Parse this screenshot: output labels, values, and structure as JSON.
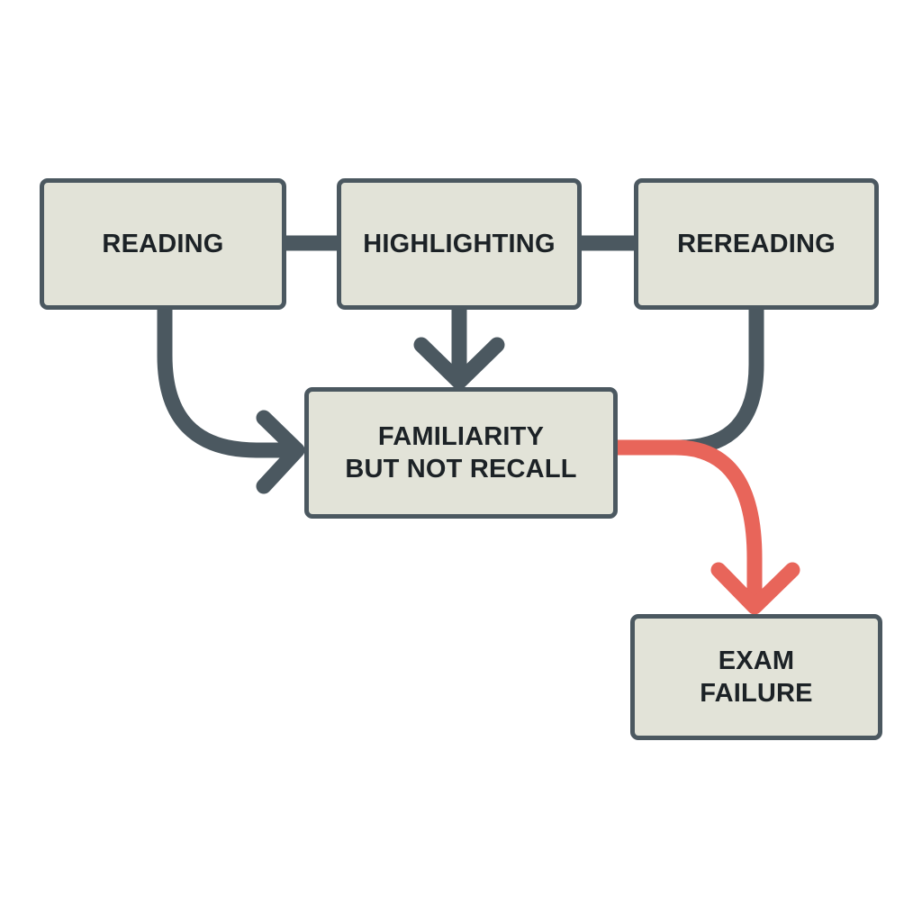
{
  "diagram": {
    "colors": {
      "box_fill": "#e2e3d8",
      "box_border": "#4b5860",
      "connector": "#4b5860",
      "failure_path": "#e8655a",
      "text": "#1c2226"
    },
    "nodes": {
      "reading": {
        "lines": [
          "READING"
        ]
      },
      "highlighting": {
        "lines": [
          "HIGHLIGHTING"
        ]
      },
      "rereading": {
        "lines": [
          "REREADING"
        ]
      },
      "familiarity": {
        "lines": [
          "FAMILIARITY",
          "BUT NOT RECALL"
        ]
      },
      "exam_failure": {
        "lines": [
          "EXAM",
          "FAILURE"
        ]
      }
    },
    "edges": [
      {
        "from": "reading",
        "to": "highlighting",
        "style": "line"
      },
      {
        "from": "highlighting",
        "to": "rereading",
        "style": "line"
      },
      {
        "from": "reading",
        "to": "familiarity",
        "style": "arrow"
      },
      {
        "from": "highlighting",
        "to": "familiarity",
        "style": "arrow"
      },
      {
        "from": "rereading",
        "to": "familiarity",
        "style": "curve"
      },
      {
        "from": "familiarity",
        "to": "exam_failure",
        "style": "arrow",
        "highlight": "failure"
      }
    ]
  }
}
